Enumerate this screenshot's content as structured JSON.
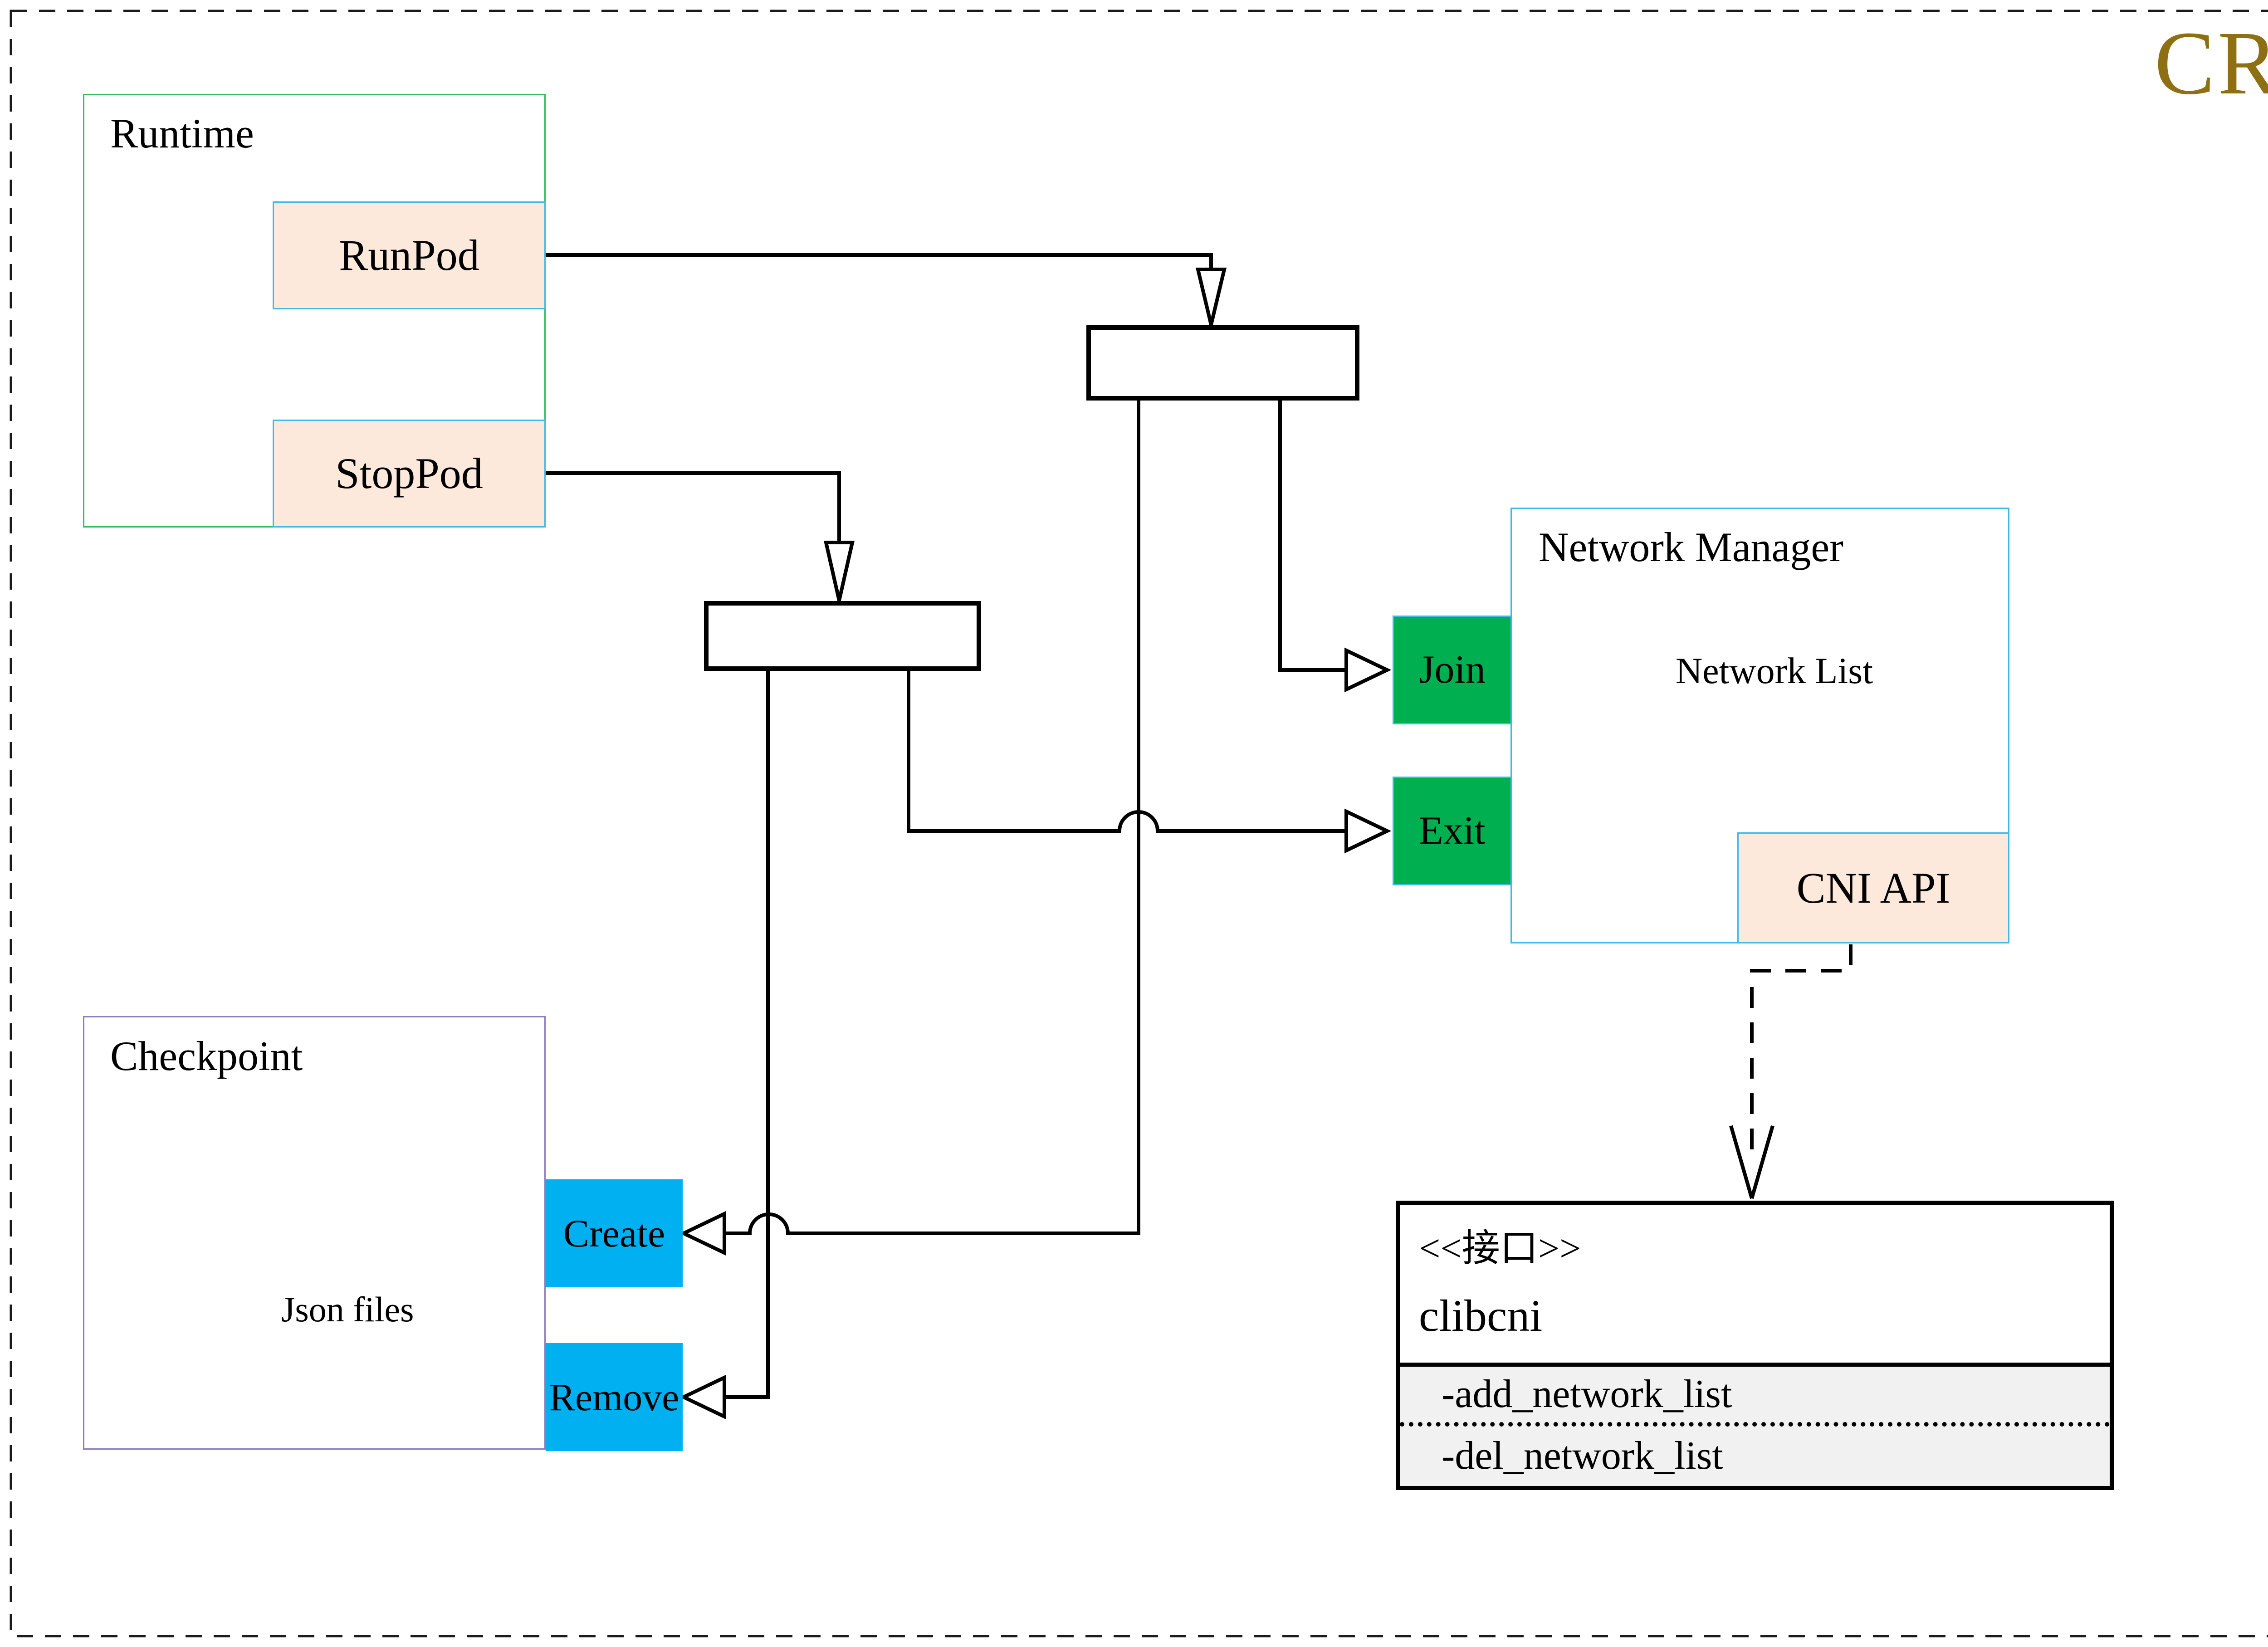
{
  "page": {
    "title_label": "CRI"
  },
  "colors": {
    "gold": "#8e6f14",
    "runtime_border": "#2fbf5f",
    "blue_border": "#41b8ec",
    "peach": "#fce9dc",
    "green_button": "#00b050",
    "cyan_button": "#00b0f0",
    "purple_border": "#8e7cc3",
    "cylinder": "#595959",
    "interface_bg": "#f1f1f1",
    "line": "#000000"
  },
  "runtime": {
    "title": "Runtime",
    "buttons": [
      {
        "label": "RunPod"
      },
      {
        "label": "StopPod"
      }
    ]
  },
  "network_manager": {
    "title": "Network Manager",
    "database_icon": "database-cylinder",
    "database_label": "Network List",
    "join_label": "Join",
    "exit_label": "Exit",
    "cni_api_label": "CNI API"
  },
  "checkpoint": {
    "title": "Checkpoint",
    "database_icon": "database-cylinder",
    "database_label": "Json files",
    "create_label": "Create",
    "remove_label": "Remove"
  },
  "interface": {
    "stereotype": "<<接口>>",
    "name": "clibcni",
    "methods": [
      "-add_network_list",
      "-del_network_list"
    ]
  }
}
